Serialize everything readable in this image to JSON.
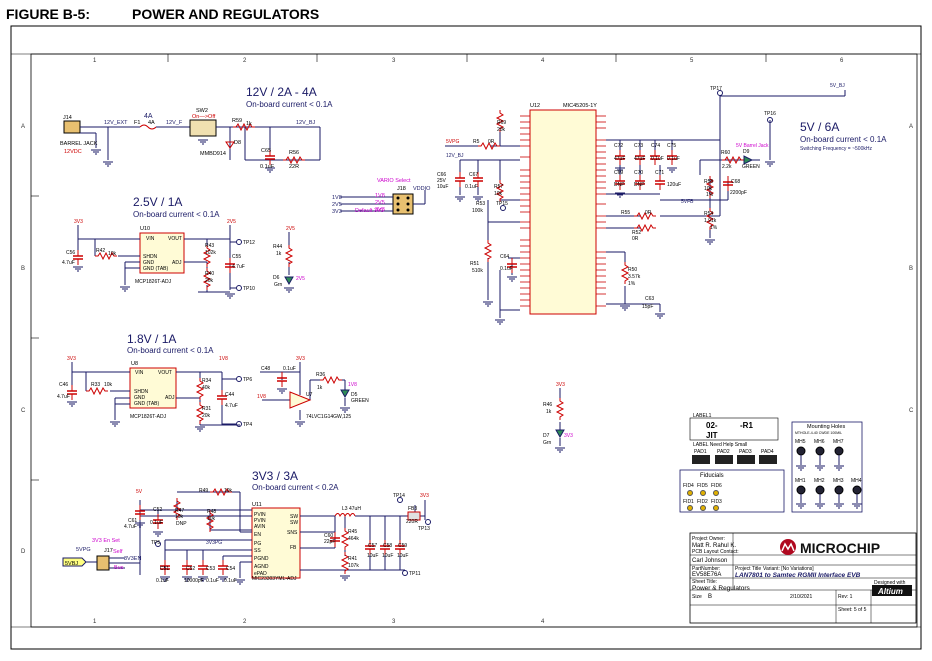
{
  "figure": {
    "number": "FIGURE B-5:",
    "title": "POWER AND REGULATORS"
  },
  "frame": {
    "cols": [
      "1",
      "2",
      "3",
      "4",
      "5",
      "6"
    ],
    "rows": [
      "A",
      "B",
      "C",
      "D"
    ]
  },
  "sections": {
    "s12v": {
      "title": "12V / 2A - 4A",
      "sub": "On-board current < 0.1A"
    },
    "s5v": {
      "title": "5V / 6A",
      "sub": "On-board current < 0.1A",
      "note": "Switching Frequency = ~500kHz"
    },
    "s25": {
      "title": "2.5V / 1A",
      "sub": "On-board current < 0.1A"
    },
    "s18": {
      "title": "1.8V / 1A",
      "sub": "On-board current < 0.1A"
    },
    "s33": {
      "title": "3V3 / 3A",
      "sub": "On-board current < 0.2A"
    }
  },
  "labels": {
    "j14": "J14",
    "j14_a": "BARREL JACK",
    "j14_b": "12VDC",
    "f1": "F1",
    "f1_val": "4A",
    "f1_top": "4A",
    "net_12v_ext": "12V_EXT",
    "net_12v_f": "12V_F",
    "sw2": "SW2",
    "sw2_val": "On—>Off",
    "r59": "R59",
    "r59_val": "1k",
    "d8": "D8",
    "d8_val": "MMBD914",
    "c65": "C65",
    "c65_val": "0.1uF",
    "r56": "R56",
    "r56_val": "22R",
    "net_12v_bj": "12V_BJ",
    "vario": "VARIO Select",
    "j18": "J18",
    "vario_1v8": "1V8",
    "vario_2v5": "2V5",
    "vario_3v3": "3V3",
    "vario_pin_a": "1V8",
    "vario_pin_b": "2V5",
    "vario_pin_c": "3V3",
    "vario_default": "Default 3V3",
    "vddio": "VDDIO",
    "u12": "U12",
    "u12_part": "MIC45205-1Y",
    "r69": "R69",
    "r69_val": "20k",
    "r5": "R5",
    "r5_val": "0R",
    "net_5vpg": "5VPG",
    "net_12v_bj2": "12V_BJ",
    "c66": "C66",
    "c66_val": "25V",
    "c66_val2": "10uF",
    "c67": "C67",
    "c67_val": "0.1uF",
    "r57": "R57",
    "r57_val": "10k",
    "r53": "R53",
    "r53_val": "100k",
    "tp15": "TP15",
    "r51": "R51",
    "r51_val": "510k",
    "c64": "C64",
    "c64_val": "0.1uF",
    "tp17": "TP17",
    "net_5v_bj": "5V_BJ",
    "tp16": "TP16",
    "c72": "C72",
    "c73": "C73",
    "c74": "C74",
    "c75": "C75",
    "c_47u": "47uF",
    "c_01u": "0.1uF",
    "c69": "C69",
    "c70": "C70",
    "c71": "C71",
    "c_dnp": "DNP",
    "c71_val": "120uF",
    "r60": "R60",
    "r60_val": "2.2k",
    "d9": "D9",
    "d9_val": "GREEN",
    "d9_note": "5V Barrel Jack",
    "r58": "R58",
    "r58_val": "10k",
    "c68": "C68",
    "c68_val": "2200pF",
    "net_5vfb": "5VFB",
    "r54": "R54",
    "r54_val": "1.91k",
    "r54_tol": "1%",
    "r58_tol": "1%",
    "r55": "R55",
    "r55_val": "0R",
    "r52": "R52",
    "r52_val": "0R",
    "r50": "R50",
    "r50_val": "3.57k",
    "r50_tol": "1%",
    "c63": "C63",
    "c63_val": "15pF",
    "u10": "U10",
    "u10_part": "MCP1826T-ADJ",
    "c56": "C56",
    "c56_val": "4.7uF",
    "r42": "R42",
    "r42_val": "10k",
    "r43": "R43",
    "r43_val": "102k",
    "r40": "R40",
    "r40_val": "20k",
    "c55": "C55",
    "c55_val": "4.7uF",
    "tp12": "TP12",
    "tp10": "TP10",
    "r44": "R44",
    "r44_val": "1k",
    "d6": "D6",
    "d6_val": "Grn",
    "d6_note": "2V5",
    "net_3v3": "3V3",
    "net_2v5": "2V5",
    "u8": "U8",
    "u8_part": "MCP1826T-ADJ",
    "c46": "C46",
    "c46_val": "4.7uF",
    "r33": "R33",
    "r33_val": "10k",
    "r34": "R34",
    "r34_val": "40k",
    "r31": "R31",
    "r31_val": "20k",
    "c44": "C44",
    "c44_val": "4.7uF",
    "tp6": "TP6",
    "tp4": "TP4",
    "c48": "C48",
    "c48_val": "0.1uF",
    "r36": "R36",
    "r36_val": "1k",
    "u7": "U7",
    "u7_part": "74LVC1G14GW,125",
    "d5": "D5",
    "d5_val": "GREEN",
    "d5_note": "1V8",
    "net_1v8": "1V8",
    "r46": "R46",
    "r46_val": "1k",
    "d7": "D7",
    "d7_val": "Grn",
    "d7_note": "3V3",
    "u11": "U11",
    "u11_part": "MIC23303YML-ADJ",
    "c61": "C61",
    "c61_val": "4.7uF",
    "c52": "C52",
    "c52_val": "0.1uF",
    "r47": "R47",
    "r47_val": "10k",
    "r47_dnp": "DNP",
    "r49": "R49",
    "r49_val": "10k",
    "r48": "R48",
    "r48_val": "10k",
    "tp5": "TP5",
    "net_3v3pg": "3V3PG",
    "c51": "C51",
    "c51_val": "0.1uF",
    "c52b": "C52",
    "c52b_val": "10000pF",
    "c53": "C53",
    "c53_val": "0.1uF",
    "c54": "C54",
    "c54_val": "0.1uF",
    "l3": "L3",
    "l3_val": "47uH",
    "c60": "C60",
    "c60_val": "22pF",
    "r45": "R45",
    "r45_val": "464k",
    "r41": "R41",
    "r41_val": "107k",
    "c57": "C57",
    "c58": "C58",
    "c59": "C59",
    "c_10u": "10uF",
    "tp14": "TP14",
    "tp13": "TP13",
    "tp11": "TP11",
    "fb3": "FB3",
    "fb3_val": "220R",
    "j17": "J17",
    "en_set": "3V3 En Set",
    "net_5vpg2": "5VPG",
    "net_3v3en": "3V3EN",
    "net_5vbj": "5VBJ",
    "self": "Self",
    "bus": "Bus",
    "label1": "LABEL1",
    "label1_a": "02-",
    "label1_b": "-R1",
    "label1_c": "JIT",
    "label1_d": "LABEL Need Help Small",
    "pad1": "PAD1",
    "pad2": "PAD2",
    "pad3": "PAD3",
    "pad4": "PAD4",
    "fiducials": "Fiducials",
    "fid4": "FID4",
    "fid5": "FID5",
    "fid6": "FID6",
    "fid1": "FID1",
    "fid2": "FID2",
    "fid3": "FID3",
    "mounting": "Mounting Holes",
    "mounting_sub": "MTHOLE-4-40 CWDE 100MIL",
    "mh5": "MH5",
    "mh6": "MH6",
    "mh7": "MH7",
    "mh1": "MH1",
    "mh2": "MH2",
    "mh3": "MH3",
    "mh4": "MH4",
    "brand": "MICROCHIP",
    "project_owner_l": "Project Owner:",
    "project_owner": "Matt R. Rahul K.",
    "pcb_l": "PCB Layout Contact:",
    "pcb": "Carl Johnson",
    "part_l": "PartNumber:",
    "part": "EV58E76A",
    "proj_l": "Project Title",
    "proj": "LAN7801 to Samtec RGMII Interface EVB",
    "sheet_l": "Sheet Title:",
    "sheet": "Power & Regulators",
    "variant": "Variant: [No Variations]",
    "size": "Size",
    "size_val": "B",
    "rev": "Rev: 1",
    "sheet_no": "Sheet: 5 of 5",
    "date": "2/10/2021",
    "designed": "Designed with",
    "altium": "Altium"
  },
  "colors": {
    "wire": "#1a1a66",
    "red": "#cc0000",
    "magenta": "#cc00cc",
    "brand": "#b0081f"
  }
}
